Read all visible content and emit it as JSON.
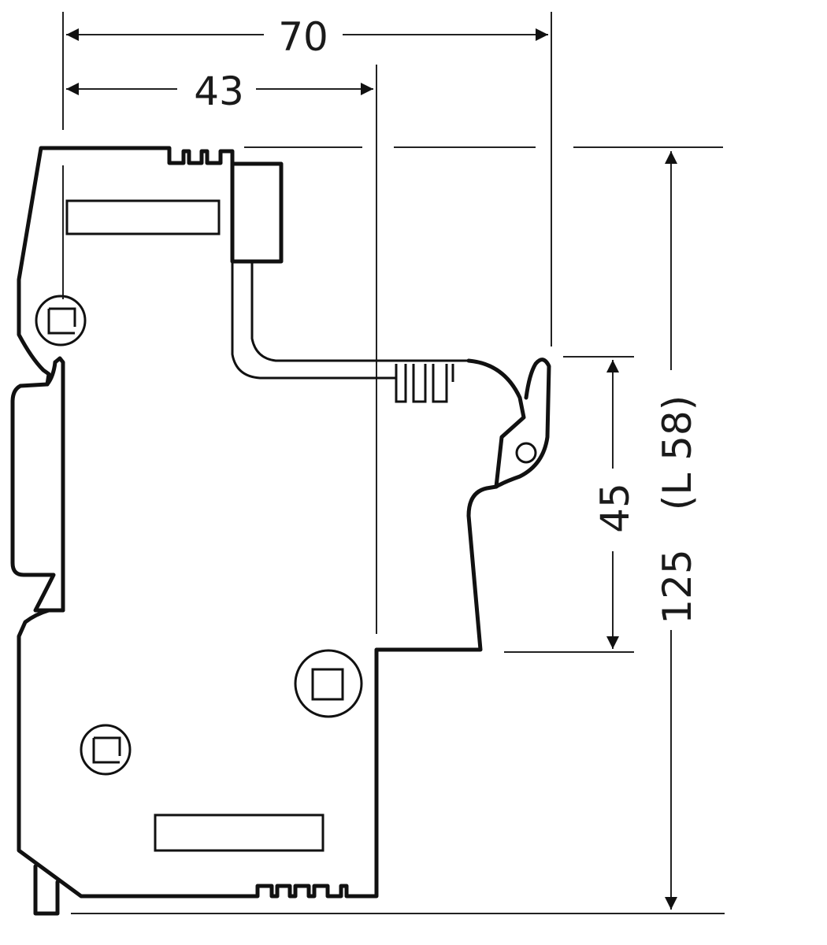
{
  "dimensions": {
    "width_overall": "70",
    "width_partial": "43",
    "height_overall": "125",
    "height_front": "45",
    "height_front_alt": "(L  58)"
  }
}
